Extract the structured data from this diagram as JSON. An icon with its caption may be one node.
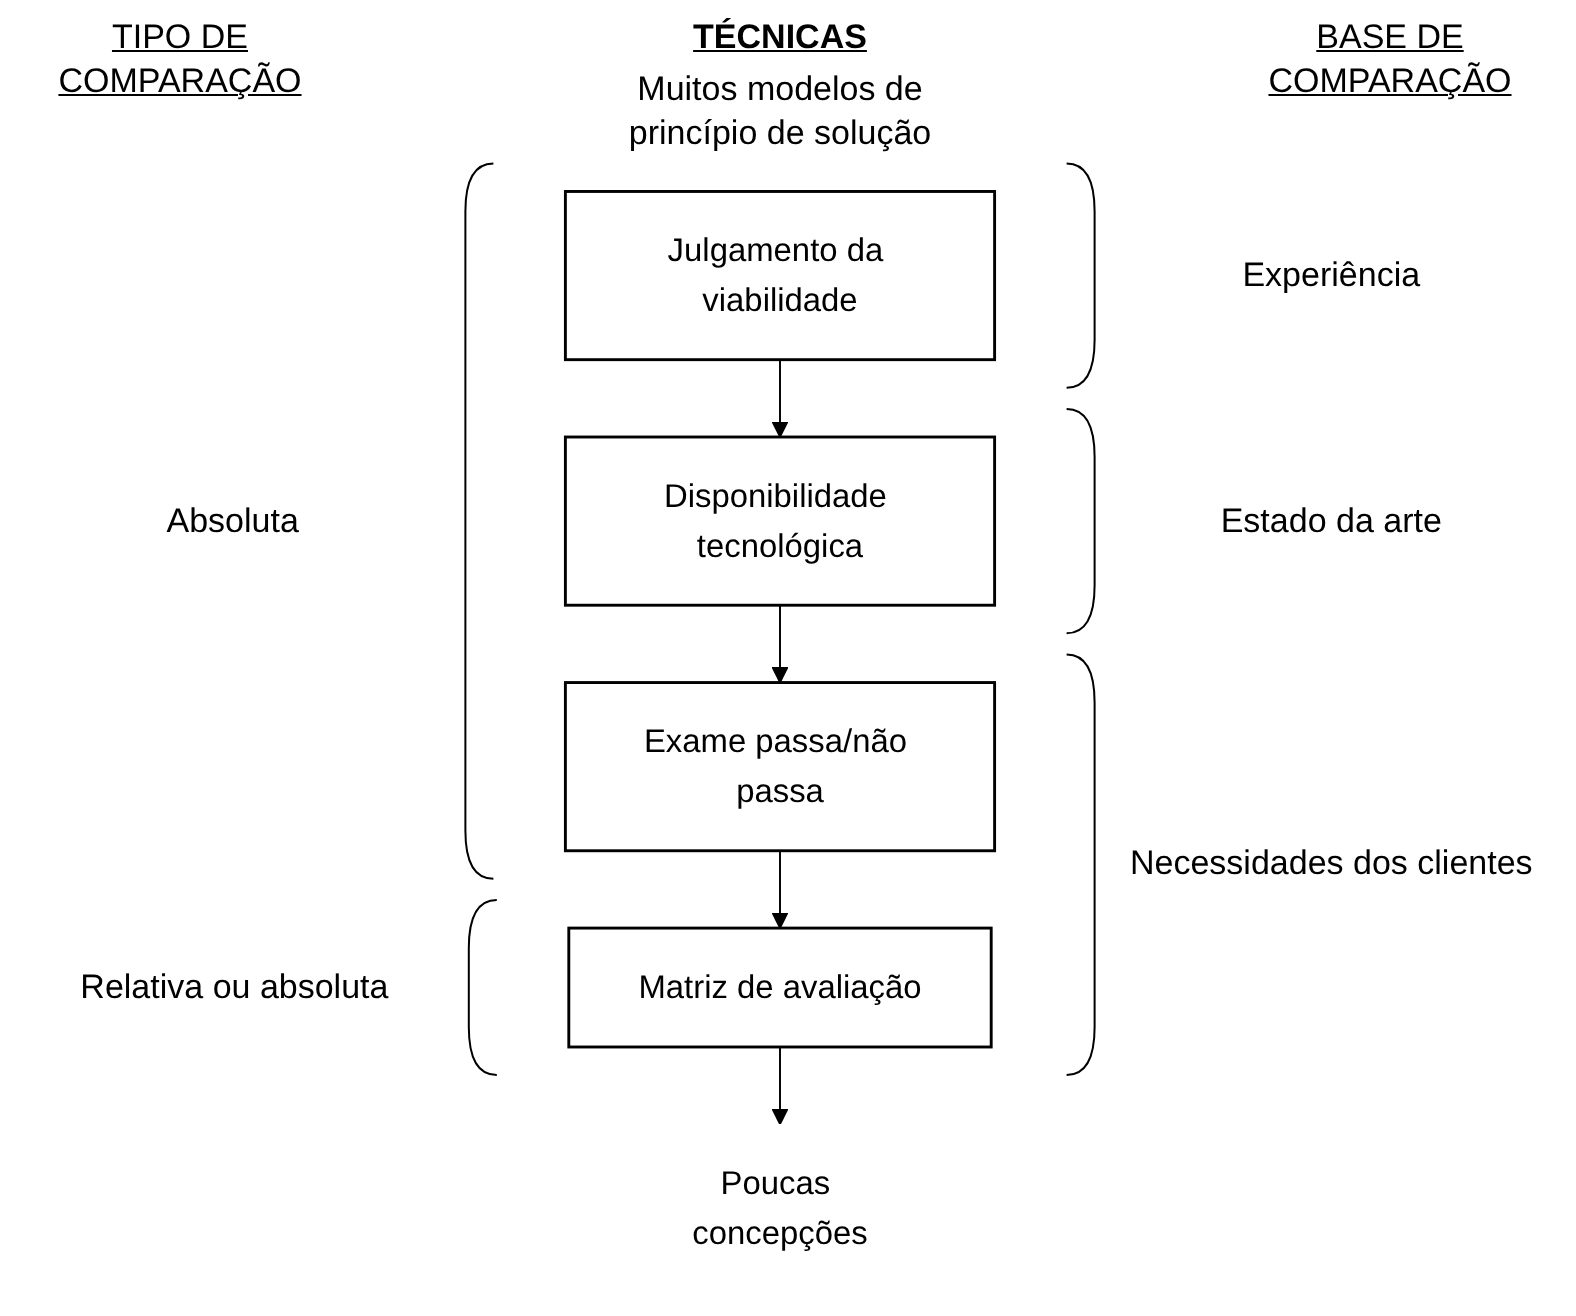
{
  "diagram": {
    "nodes": [
      {
        "text": [
          "Julgamento da viabilidade"
        ]
      },
      {
        "text": [
          "Disponibilidade tecnológica"
        ]
      },
      {
        "text": [
          "Exame passa/não passa"
        ]
      },
      {
        "text": [
          "Matriz de avaliação"
        ]
      },
      {
        "text": [
          "Poucas concepções"
        ]
      }
    ],
    "edges": [
      {
        "from": 0,
        "to": 1,
        "arrow": "to"
      },
      {
        "from": 1,
        "to": 2,
        "arrow": "to"
      },
      {
        "from": 2,
        "to": 3,
        "arrow": "to"
      },
      {
        "from": 3,
        "to": 4,
        "arrow": "to"
      }
    ],
    "labels": [
      "TIPO DE COMPARAÇÃO",
      "TÉCNICAS",
      "BASE DE COMPARAÇÃO",
      "Muitos modelos de princípio de solução",
      "Experiência",
      "Absoluta",
      "Estado da arte",
      "Necessidades dos clientes",
      "Relativa ou absoluta"
    ]
  }
}
